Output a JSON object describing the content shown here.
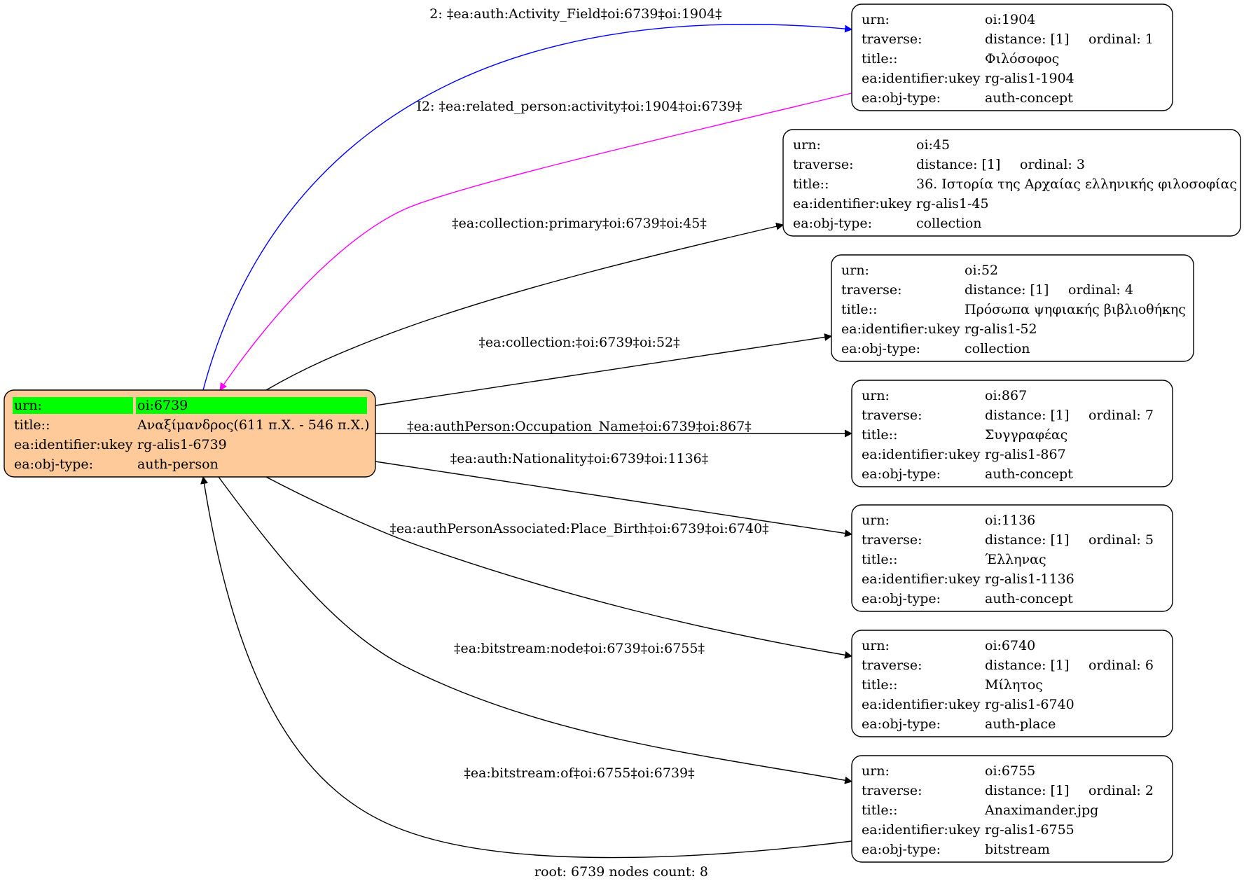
{
  "root": {
    "id": "oi:6739",
    "rows": [
      {
        "key": "urn:",
        "value": "oi:6739"
      },
      {
        "key": "title::",
        "value": "Αναξίμανδρος(611 π.Χ. - 546 π.Χ.)"
      },
      {
        "key": "ea:identifier:ukey",
        "value": "rg-alis1-6739"
      },
      {
        "key": "ea:obj-type:",
        "value": "auth-person"
      }
    ],
    "fill": "#ffca99",
    "highlight": "#00ff00"
  },
  "nodes": [
    {
      "id": "oi:1904",
      "rows": [
        {
          "key": "urn:",
          "value": "oi:1904"
        },
        {
          "key": "traverse:",
          "value": "distance: [1]",
          "extra": "ordinal: 1"
        },
        {
          "key": "title::",
          "value": "Φιλόσοφος"
        },
        {
          "key": "ea:identifier:ukey",
          "value": "rg-alis1-1904"
        },
        {
          "key": "ea:obj-type:",
          "value": "auth-concept"
        }
      ]
    },
    {
      "id": "oi:45",
      "rows": [
        {
          "key": "urn:",
          "value": "oi:45"
        },
        {
          "key": "traverse:",
          "value": "distance: [1]",
          "extra": "ordinal: 3"
        },
        {
          "key": "title::",
          "value": "36. Ιστορία της Αρχαίας ελληνικής φιλοσοφίας"
        },
        {
          "key": "ea:identifier:ukey",
          "value": "rg-alis1-45"
        },
        {
          "key": "ea:obj-type:",
          "value": "collection"
        }
      ]
    },
    {
      "id": "oi:52",
      "rows": [
        {
          "key": "urn:",
          "value": "oi:52"
        },
        {
          "key": "traverse:",
          "value": "distance: [1]",
          "extra": "ordinal: 4"
        },
        {
          "key": "title::",
          "value": "Πρόσωπα ψηφιακής βιβλιοθήκης"
        },
        {
          "key": "ea:identifier:ukey",
          "value": "rg-alis1-52"
        },
        {
          "key": "ea:obj-type:",
          "value": "collection"
        }
      ]
    },
    {
      "id": "oi:867",
      "rows": [
        {
          "key": "urn:",
          "value": "oi:867"
        },
        {
          "key": "traverse:",
          "value": "distance: [1]",
          "extra": "ordinal: 7"
        },
        {
          "key": "title::",
          "value": "Συγγραφέας"
        },
        {
          "key": "ea:identifier:ukey",
          "value": "rg-alis1-867"
        },
        {
          "key": "ea:obj-type:",
          "value": "auth-concept"
        }
      ]
    },
    {
      "id": "oi:1136",
      "rows": [
        {
          "key": "urn:",
          "value": "oi:1136"
        },
        {
          "key": "traverse:",
          "value": "distance: [1]",
          "extra": "ordinal: 5"
        },
        {
          "key": "title::",
          "value": "Έλληνας"
        },
        {
          "key": "ea:identifier:ukey",
          "value": "rg-alis1-1136"
        },
        {
          "key": "ea:obj-type:",
          "value": "auth-concept"
        }
      ]
    },
    {
      "id": "oi:6740",
      "rows": [
        {
          "key": "urn:",
          "value": "oi:6740"
        },
        {
          "key": "traverse:",
          "value": "distance: [1]",
          "extra": "ordinal: 6"
        },
        {
          "key": "title::",
          "value": "Μίλητος"
        },
        {
          "key": "ea:identifier:ukey",
          "value": "rg-alis1-6740"
        },
        {
          "key": "ea:obj-type:",
          "value": "auth-place"
        }
      ]
    },
    {
      "id": "oi:6755",
      "rows": [
        {
          "key": "urn:",
          "value": "oi:6755"
        },
        {
          "key": "traverse:",
          "value": "distance: [1]",
          "extra": "ordinal: 2"
        },
        {
          "key": "title::",
          "value": "Anaximander.jpg"
        },
        {
          "key": "ea:identifier:ukey",
          "value": "rg-alis1-6755"
        },
        {
          "key": "ea:obj-type:",
          "value": "bitstream"
        }
      ]
    }
  ],
  "edges": [
    {
      "from": "oi:6739",
      "to": "oi:1904",
      "label": "2: ‡ea:auth:Activity_Field‡oi:6739‡oi:1904‡",
      "color": "#0000ff"
    },
    {
      "from": "oi:1904",
      "to": "oi:6739",
      "label": "I2: ‡ea:related_person:activity‡oi:1904‡oi:6739‡",
      "color": "#ff00ff"
    },
    {
      "from": "oi:6739",
      "to": "oi:45",
      "label": "‡ea:collection:primary‡oi:6739‡oi:45‡",
      "color": "#000000"
    },
    {
      "from": "oi:6739",
      "to": "oi:52",
      "label": "‡ea:collection:‡oi:6739‡oi:52‡",
      "color": "#000000"
    },
    {
      "from": "oi:6739",
      "to": "oi:867",
      "label": "‡ea:authPerson:Occupation_Name‡oi:6739‡oi:867‡",
      "color": "#000000"
    },
    {
      "from": "oi:6739",
      "to": "oi:1136",
      "label": "‡ea:auth:Nationality‡oi:6739‡oi:1136‡",
      "color": "#000000"
    },
    {
      "from": "oi:6739",
      "to": "oi:6740",
      "label": "‡ea:authPersonAssociated:Place_Birth‡oi:6739‡oi:6740‡",
      "color": "#000000"
    },
    {
      "from": "oi:6739",
      "to": "oi:6755",
      "label": "‡ea:bitstream:node‡oi:6739‡oi:6755‡",
      "color": "#000000"
    },
    {
      "from": "oi:6755",
      "to": "oi:6739",
      "label": "‡ea:bitstream:of‡oi:6755‡oi:6739‡",
      "color": "#000000"
    }
  ],
  "footer": "root: 6739 nodes count: 8"
}
